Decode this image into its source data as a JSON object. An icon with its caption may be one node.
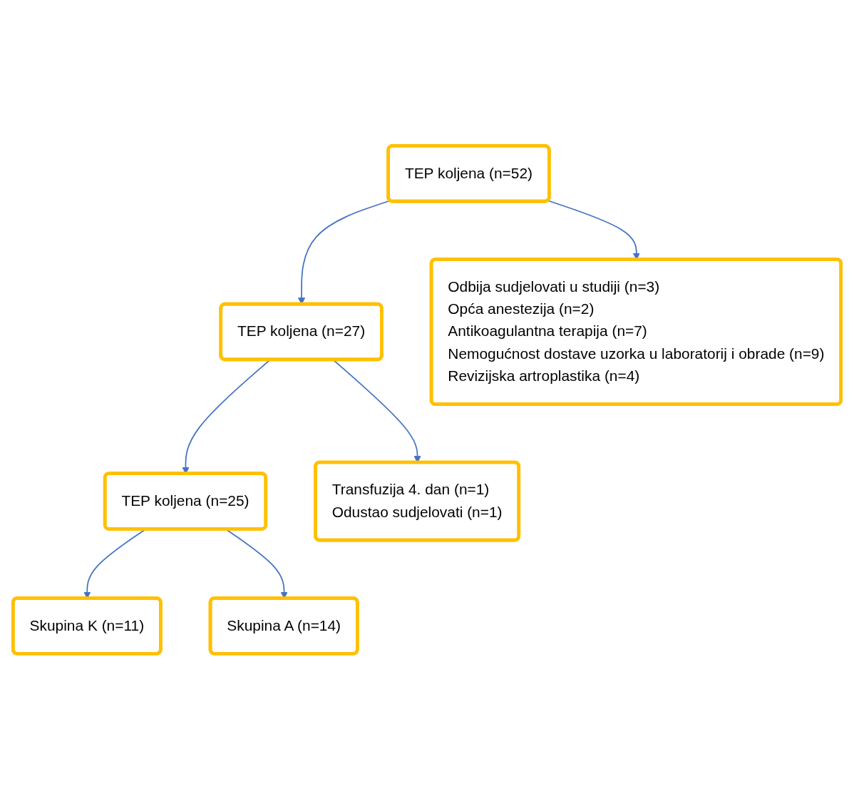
{
  "diagram": {
    "nodes": [
      {
        "text": [
          "TEP koljena (n=52)"
        ]
      },
      {
        "text": [
          "TEP koljena (n=27)"
        ]
      },
      {
        "text": [
          "Odbija sudjelovati u studiji (n=3)",
          "Opća anestezija (n=2)",
          "Antikoagulantna terapija (n=7)",
          "Nemogućnost dostave uzorka u laboratorij i obrade (n=9)",
          "Revizijska artroplastika (n=4)"
        ]
      },
      {
        "text": [
          "TEP koljena (n=25)"
        ]
      },
      {
        "text": [
          "Transfuzija 4. dan (n=1)",
          "Odustao sudjelovati (n=1)"
        ]
      },
      {
        "text": [
          "Skupina K (n=11)"
        ]
      },
      {
        "text": [
          "Skupina A (n=14)"
        ]
      }
    ],
    "edges": [
      {
        "from": 0,
        "to": 1,
        "arrow": "to"
      },
      {
        "from": 0,
        "to": 2,
        "arrow": "to"
      },
      {
        "from": 1,
        "to": 3,
        "arrow": "to"
      },
      {
        "from": 1,
        "to": 4,
        "arrow": "to"
      },
      {
        "from": 3,
        "to": 5,
        "arrow": "to"
      },
      {
        "from": 3,
        "to": 6,
        "arrow": "to"
      }
    ]
  }
}
